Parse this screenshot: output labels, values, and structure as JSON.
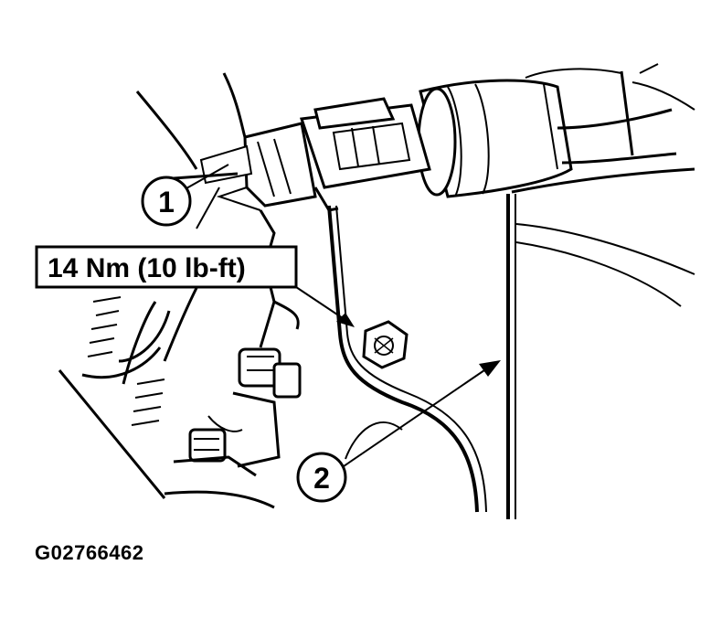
{
  "callouts": [
    {
      "number": "1"
    },
    {
      "number": "2"
    }
  ],
  "torque_label": "14 Nm (10 lb-ft)",
  "figure_id": "G02766462",
  "colors": {
    "line": "#000000",
    "background": "#ffffff"
  }
}
